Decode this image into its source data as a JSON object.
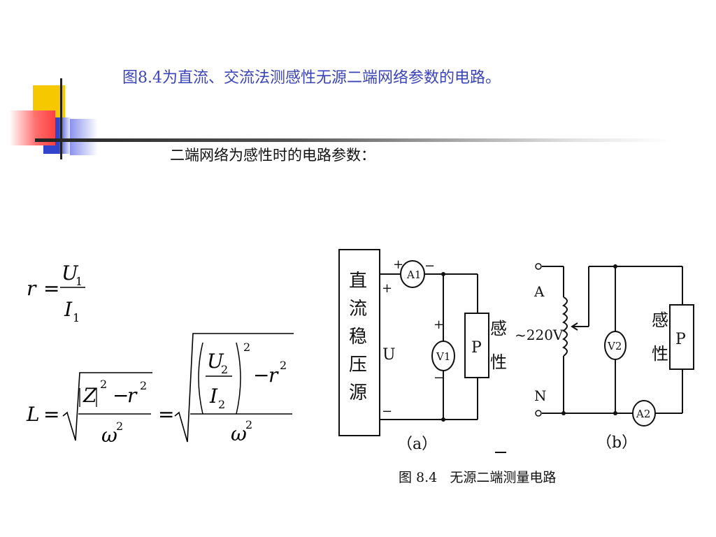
{
  "slide": {
    "title": "图8.4为直流、交流法测感性无源二端网络参数的电路。",
    "subtitle": "二端网络为感性时的电路参数：",
    "caption": "图 8.4   无源二端测量电路"
  },
  "formulas": {
    "r_lhs": "r",
    "eq": "=",
    "U": "U",
    "I": "I",
    "sub1": "1",
    "sub2": "2",
    "L_lhs": "L",
    "Z": "Z",
    "minus": "−",
    "sq": "2",
    "omega": "ω",
    "r": "r"
  },
  "circuit_a": {
    "source_chars": [
      "直",
      "流",
      "稳",
      "压",
      "源"
    ],
    "plus_top": "+",
    "plus_a1": "+",
    "minus_a1": "−",
    "ammeter": "A1",
    "voltmeter": "V1",
    "plus_v": "+",
    "minus_v": "−",
    "u_label": "U",
    "minus_bottom": "−",
    "load": "P",
    "load_chars": [
      "感",
      "性"
    ],
    "label": "（a）"
  },
  "circuit_b": {
    "node_a": "A",
    "node_n": "N",
    "voltage": "~220V",
    "voltmeter": "V2",
    "ammeter": "A2",
    "load": "P",
    "load_chars": [
      "感",
      "性"
    ],
    "label": "（b）"
  },
  "colors": {
    "title_color": "#3a44b8",
    "deco_yellow": "#f5c800",
    "deco_blue": "#3344cc",
    "deco_red": "#ff5555"
  }
}
